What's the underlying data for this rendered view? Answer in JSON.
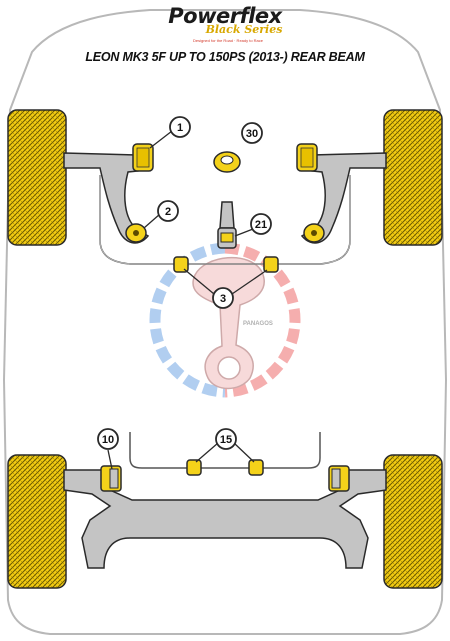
{
  "logo": {
    "brand": "Powerflex",
    "series": "Black Series",
    "tagline": "Designed for the Road · Ready to Race"
  },
  "title": "LEON MK3 5F UP TO 150PS (2013-) REAR BEAM",
  "callouts": [
    "1",
    "30",
    "2",
    "21",
    "3",
    "10",
    "15"
  ],
  "watermark_text": "PANAGOS",
  "colors": {
    "tyre": "#f2cb12",
    "bushing": "#f4d21a",
    "arm": "#c4c4c4",
    "outline": "#2a2a2a",
    "watermark_red": "#f4a6a6",
    "watermark_blue": "#a9c9ef"
  }
}
